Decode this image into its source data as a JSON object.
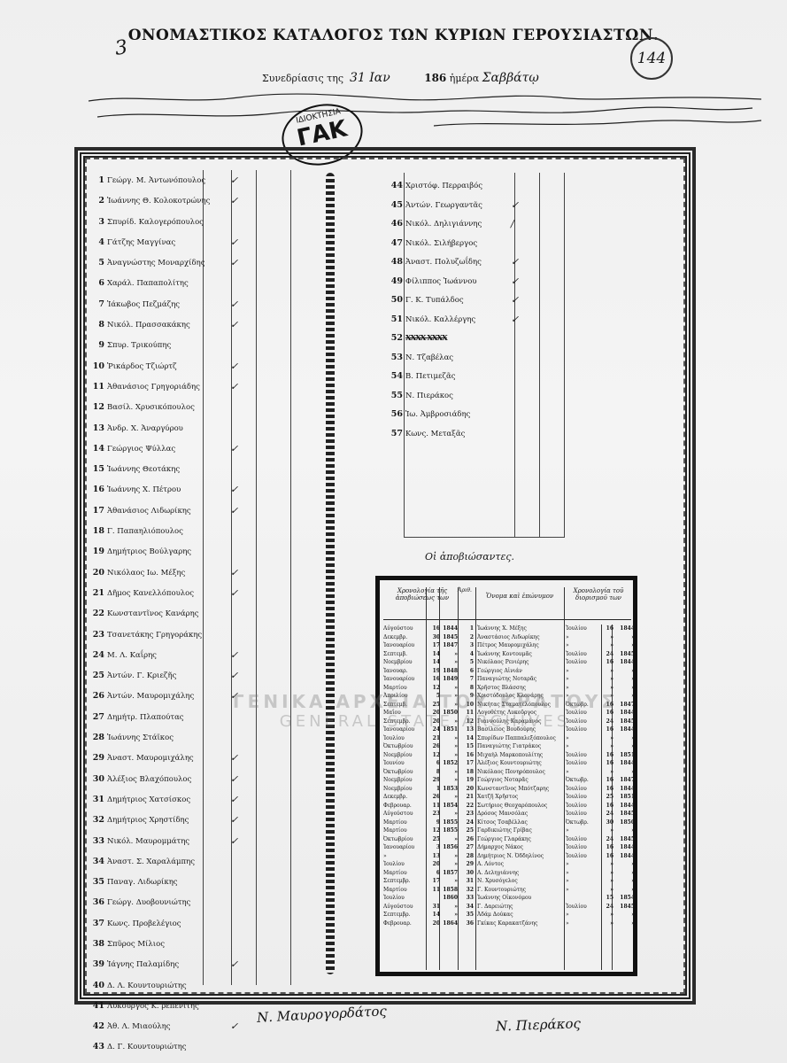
{
  "header": {
    "title": "ΟΝΟΜΑΣΤΙΚΟΣ ΚΑΤΑΛΟΓΟΣ ΤΩΝ ΚΥΡΙΩΝ ΓΕΡΟΥΣΙΑΣΤΩΝ.",
    "page_number": "3",
    "folio": "144",
    "session_label": "Συνεδρίασις της",
    "session_date": "31 Ιαν",
    "year": "186",
    "day_label": "ἡμέρα",
    "day_value": "Σαββάτῳ"
  },
  "stamp": {
    "line1": "ΙΔΙΟΚΤΗΣΙΑ",
    "line2": "ΓΑΚ"
  },
  "left_list": [
    {
      "n": "1",
      "name": "Γεώργ. Μ. Ἀντωνόπουλος",
      "mark": "✓"
    },
    {
      "n": "2",
      "name": "Ἰωάννης Θ. Κολοκοτρώνης",
      "mark": "✓"
    },
    {
      "n": "3",
      "name": "Σπυρίδ. Καλογερόπουλος",
      "mark": ""
    },
    {
      "n": "4",
      "name": "Γάτζης Μαγγίνας",
      "mark": "✓"
    },
    {
      "n": "5",
      "name": "Ἀναγνώστης Μοναρχίδης",
      "mark": "✓"
    },
    {
      "n": "6",
      "name": "Χαράλ. Παπαπολίτης",
      "mark": ""
    },
    {
      "n": "7",
      "name": "Ἰάκωβος Πεζμάζης",
      "mark": "✓"
    },
    {
      "n": "8",
      "name": "Νικόλ. Πρασσακάκης",
      "mark": "✓"
    },
    {
      "n": "9",
      "name": "Σπυρ. Τρικούπης",
      "mark": ""
    },
    {
      "n": "10",
      "name": "Ῥικάρδος Τζιώρτζ",
      "mark": "✓"
    },
    {
      "n": "11",
      "name": "Ἀθανάσιος Γρηγοριάδης",
      "mark": "✓"
    },
    {
      "n": "12",
      "name": "Βασίλ. Χρυσικόπουλος",
      "mark": ""
    },
    {
      "n": "13",
      "name": "Ἀνδρ. Χ. Ἀναργύρου",
      "mark": ""
    },
    {
      "n": "14",
      "name": "Γεώργιος Ψύλλας",
      "mark": "✓"
    },
    {
      "n": "15",
      "name": "Ἰωάννης Θεοτάκης",
      "mark": ""
    },
    {
      "n": "16",
      "name": "Ἰωάννης Χ. Πέτρου",
      "mark": "✓"
    },
    {
      "n": "17",
      "name": "Ἀθανάσιος Λιδωρίκης",
      "mark": "✓"
    },
    {
      "n": "18",
      "name": "Γ. Παπαηλιόπουλος",
      "mark": ""
    },
    {
      "n": "19",
      "name": "Δημήτριος Βούλγαρης",
      "mark": ""
    },
    {
      "n": "20",
      "name": "Νικόλαος Ιω. Μέξης",
      "mark": "✓"
    },
    {
      "n": "21",
      "name": "Δῆμος Κανελλόπουλος",
      "mark": "✓"
    },
    {
      "n": "22",
      "name": "Κωνσταντῖνος Κανάρης",
      "mark": ""
    },
    {
      "n": "23",
      "name": "Τσανετάκης Γρηγοράκης",
      "mark": ""
    },
    {
      "n": "24",
      "name": "Μ. Λ. Καΐρης",
      "mark": "✓"
    },
    {
      "n": "25",
      "name": "Ἀντών. Γ. Κριεζῆς",
      "mark": "✓"
    },
    {
      "n": "26",
      "name": "Ἀντών. Μαυρομιχάλης",
      "mark": "✓"
    },
    {
      "n": "27",
      "name": "Δημήτρ. Πλαπούτας",
      "mark": ""
    },
    {
      "n": "28",
      "name": "Ἰωάννης Στάϊκος",
      "mark": ""
    },
    {
      "n": "29",
      "name": "Ἀναστ. Μαυρομιχάλης",
      "mark": "✓"
    },
    {
      "n": "30",
      "name": "Ἀλέξιος Βλαχόπουλος",
      "mark": "✓"
    },
    {
      "n": "31",
      "name": "Δημήτριος Χατσίσκος",
      "mark": "✓"
    },
    {
      "n": "32",
      "name": "Δημήτριος Χρηστίδης",
      "mark": "✓"
    },
    {
      "n": "33",
      "name": "Νικόλ. Μαυρομμάτης",
      "mark": "✓"
    },
    {
      "n": "34",
      "name": "Ἀναστ. Σ. Χαραλάμπης",
      "mark": ""
    },
    {
      "n": "35",
      "name": "Παναγ. Λιδωρίκης",
      "mark": ""
    },
    {
      "n": "36",
      "name": "Γεώργ. Δυοβουνιώτης",
      "mark": ""
    },
    {
      "n": "37",
      "name": "Κωνς. Προβελέγιος",
      "mark": ""
    },
    {
      "n": "38",
      "name": "Σπῦρος Μίλιος",
      "mark": ""
    },
    {
      "n": "39",
      "name": "Ἰάγνης Παλαμίδης",
      "mark": "✓"
    },
    {
      "n": "40",
      "name": "Δ. Λ. Κουντουριώτης",
      "mark": ""
    },
    {
      "n": "41",
      "name": "Λυκοῦργος Κ. ρεπενίτης",
      "mark": ""
    },
    {
      "n": "42",
      "name": "Ἀθ. Λ. Μιαούλης",
      "mark": "✓"
    },
    {
      "n": "43",
      "name": "Δ. Γ. Κουντουριώτης",
      "mark": ""
    }
  ],
  "right_list": [
    {
      "n": "44",
      "name": "Χριστόφ. Περραιβός",
      "mark": ""
    },
    {
      "n": "45",
      "name": "Ἀντών. Γεωργαντᾶς",
      "mark": "✓"
    },
    {
      "n": "46",
      "name": "Νικόλ. Δηλιγιάννης",
      "mark": "/"
    },
    {
      "n": "47",
      "name": "Νικόλ. Σιλήβεργος",
      "mark": ""
    },
    {
      "n": "48",
      "name": "Ἀναστ. Πολυζωΐδης",
      "mark": "✓"
    },
    {
      "n": "49",
      "name": "Φίλιππος Ἰωάννου",
      "mark": "✓"
    },
    {
      "n": "50",
      "name": "Γ. Κ. Τυπάλδος",
      "mark": "✓"
    },
    {
      "n": "51",
      "name": "Νικόλ. Καλλέργης",
      "mark": "✓"
    },
    {
      "n": "52",
      "name": "XXXX XXXX",
      "mark": ""
    },
    {
      "n": "53",
      "name": "Ν. Τζαβέλας",
      "mark": ""
    },
    {
      "n": "54",
      "name": "Β. Πετιμεζᾶς",
      "mark": ""
    },
    {
      "n": "55",
      "name": "Ν. Πιεράκος",
      "mark": ""
    },
    {
      "n": "56",
      "name": "Ἰω. Ἀμβροσιάδης",
      "mark": ""
    },
    {
      "n": "57",
      "name": "Κωνς. Μεταξᾶς",
      "mark": ""
    }
  ],
  "resigned": {
    "title": "Οἱ ἀποβιώσαντες.",
    "headers": {
      "chronology_death": "Χρονολογία τῆς ἀποβιώσεως των",
      "num": "Ἀριθ.",
      "name": "Ὄνομα καὶ ἐπώνυμον",
      "chronology_appointment": "Χρονολογία τοῦ διορισμοῦ των"
    },
    "rows": [
      {
        "dm": "Αὐγούστου",
        "dd": "16",
        "dy": "1844",
        "n": "1",
        "name": "Ἰωάννης Χ. Μέξης",
        "am": "Ἰουλίου",
        "ad": "16",
        "ay": "1844"
      },
      {
        "dm": "Δεκεμβρ.",
        "dd": "30",
        "dy": "1845",
        "n": "2",
        "name": "Ἀναστάσιος Λιδωρίκης",
        "am": "»",
        "ad": "»",
        "ay": "»"
      },
      {
        "dm": "Ἰανουαρίου",
        "dd": "17",
        "dy": "1847",
        "n": "3",
        "name": "Πέτρος Μαυρομιχάλης",
        "am": "»",
        "ad": "»",
        "ay": "»"
      },
      {
        "dm": "Σεπτεμβ.",
        "dd": "14",
        "dy": "»",
        "n": "4",
        "name": "Ἰωάννης Κοντουμᾶς",
        "am": "Ἰουλίου",
        "ad": "24",
        "ay": "1845"
      },
      {
        "dm": "Νοεμβρίου",
        "dd": "14",
        "dy": "»",
        "n": "5",
        "name": "Νικόλαος Ρενιέρης",
        "am": "Ἰουλίου",
        "ad": "16",
        "ay": "1844"
      },
      {
        "dm": "Ἰανουαρ.",
        "dd": "19",
        "dy": "1848",
        "n": "6",
        "name": "Γεώργιος Αἰνιάν",
        "am": "»",
        "ad": "»",
        "ay": "»"
      },
      {
        "dm": "Ἰανουαρίου",
        "dd": "16",
        "dy": "1849",
        "n": "7",
        "name": "Παναγιώτης Νοταρᾶς",
        "am": "»",
        "ad": "»",
        "ay": "»"
      },
      {
        "dm": "Μαρτίου",
        "dd": "12",
        "dy": "»",
        "n": "8",
        "name": "Χρῆστος Βλάσσης",
        "am": "»",
        "ad": "»",
        "ay": "»"
      },
      {
        "dm": "Ἀπριλίου",
        "dd": "5",
        "dy": "»",
        "n": "9",
        "name": "Χριστόδουλος Κλονάρης",
        "am": "»",
        "ad": "»",
        "ay": "»"
      },
      {
        "dm": "Σεπτεμβ.",
        "dd": "25",
        "dy": "»",
        "n": "10",
        "name": "Νικήτας Σταματελόπουλος",
        "am": "Ὀκτωβρ.",
        "ad": "16",
        "ay": "1847"
      },
      {
        "dm": "Μαΐου",
        "dd": "20",
        "dy": "1850",
        "n": "11",
        "name": "Λογοθέτης Λυκοῦργος",
        "am": "Ἰουλίου",
        "ad": "16",
        "ay": "1844"
      },
      {
        "dm": "Σεπτεμβρ.",
        "dd": "20",
        "dy": "»",
        "n": "12",
        "name": "Γιαννούλης Καραμάνος",
        "am": "Ἰουλίου",
        "ad": "24",
        "ay": "1845"
      },
      {
        "dm": "Ἰανουαρίου",
        "dd": "24",
        "dy": "1851",
        "n": "13",
        "name": "Βασίλειος Βουδούρης",
        "am": "Ἰουλίου",
        "ad": "16",
        "ay": "1844"
      },
      {
        "dm": "Ἰουλίου",
        "dd": "21",
        "dy": "»",
        "n": "14",
        "name": "Σπυρίδων Παππαλεξόπουλος",
        "am": "»",
        "ad": "»",
        "ay": "»"
      },
      {
        "dm": "Ὀκτωβρίου",
        "dd": "26",
        "dy": "»",
        "n": "15",
        "name": "Παναγιώτης Γιατράκος",
        "am": "»",
        "ad": "»",
        "ay": "»"
      },
      {
        "dm": "Νοεμβρίου",
        "dd": "12",
        "dy": "»",
        "n": "16",
        "name": "Μιχαὴλ Μαρκοπουλίτης",
        "am": "Ἰουλίου",
        "ad": "16",
        "ay": "1851"
      },
      {
        "dm": "Ἰουνίου",
        "dd": "6",
        "dy": "1852",
        "n": "17",
        "name": "Ἀλέξιος Κουντουριώτης",
        "am": "Ἰουλίου",
        "ad": "16",
        "ay": "1844"
      },
      {
        "dm": "Ὀκτωβρίου",
        "dd": "8",
        "dy": "»",
        "n": "18",
        "name": "Νικόλαος Πονηρόπουλος",
        "am": "»",
        "ad": "»",
        "ay": "»"
      },
      {
        "dm": "Νοεμβρίου",
        "dd": "29",
        "dy": "»",
        "n": "19",
        "name": "Γεώργιος Νοταρᾶς",
        "am": "Ὀκτωβρ.",
        "ad": "16",
        "ay": "1847"
      },
      {
        "dm": "Νοεμβρίου",
        "dd": "1",
        "dy": "1853",
        "n": "20",
        "name": "Κωνσταντῖνος Μπότζαρης",
        "am": "Ἰουλίου",
        "ad": "16",
        "ay": "1844"
      },
      {
        "dm": "Δεκεμβρ.",
        "dd": "26",
        "dy": "»",
        "n": "21",
        "name": "Χατζῆ Χρῆστος",
        "am": "Ἰουλίου",
        "ad": "25",
        "ay": "1851"
      },
      {
        "dm": "Φεβρουαρ.",
        "dd": "11",
        "dy": "1854",
        "n": "22",
        "name": "Σωτήριος Θεοχαρόπουλος",
        "am": "Ἰουλίου",
        "ad": "16",
        "ay": "1844"
      },
      {
        "dm": "Αὐγούστου",
        "dd": "23",
        "dy": "»",
        "n": "23",
        "name": "Δρόσος Μανσόλας",
        "am": "Ἰουλίου",
        "ad": "24",
        "ay": "1845"
      },
      {
        "dm": "Μαρτίου",
        "dd": "9",
        "dy": "1855",
        "n": "24",
        "name": "Κίτσος Τσαβέλλας",
        "am": "Ὀκτωβρ.",
        "ad": "30",
        "ay": "1850"
      },
      {
        "dm": "Μαρτίου",
        "dd": "12",
        "dy": "1855",
        "n": "25",
        "name": "Γαρδικιώτης Γρίβας",
        "am": "»",
        "ad": "»",
        "ay": "»"
      },
      {
        "dm": "Ὀκτωβρίου",
        "dd": "25",
        "dy": "»",
        "n": "26",
        "name": "Γεώργιος Γλαράκης",
        "am": "Ἰουλίου",
        "ad": "24",
        "ay": "1845"
      },
      {
        "dm": "Ἰανουαρίου",
        "dd": "3",
        "dy": "1856",
        "n": "27",
        "name": "Δήμαρχος Νάκος",
        "am": "Ἰουλίου",
        "ad": "16",
        "ay": "1844"
      },
      {
        "dm": "»",
        "dd": "13",
        "dy": "»",
        "n": "28",
        "name": "Δημήτριος Ν. Ὀδδηλίνος",
        "am": "Ἰουλίου",
        "ad": "16",
        "ay": "1844"
      },
      {
        "dm": "Ἰουλίου",
        "dd": "20",
        "dy": "»",
        "n": "29",
        "name": "Α. Λόντος",
        "am": "»",
        "ad": "»",
        "ay": "»"
      },
      {
        "dm": "Μαρτίου",
        "dd": "6",
        "dy": "1857",
        "n": "30",
        "name": "Α. Δεληγιάννης",
        "am": "»",
        "ad": "»",
        "ay": "»"
      },
      {
        "dm": "Σεπτεμβρ.",
        "dd": "17",
        "dy": "»",
        "n": "31",
        "name": "Ν. Χρυσόγελος",
        "am": "»",
        "ad": "»",
        "ay": "»"
      },
      {
        "dm": "Μαρτίου",
        "dd": "11",
        "dy": "1858",
        "n": "32",
        "name": "Γ. Κουντουριώτης",
        "am": "»",
        "ad": "»",
        "ay": "»"
      },
      {
        "dm": "Ἰουλίου",
        "dd": "",
        "dy": "1860",
        "n": "33",
        "name": "Ἰωάννης Οἰκονόμου",
        "am": "",
        "ad": "15",
        "ay": "1854"
      },
      {
        "dm": "Αὐγούστου",
        "dd": "31",
        "dy": "»",
        "n": "34",
        "name": "Γ. Δαρειώτης",
        "am": "Ἰουλίου",
        "ad": "24",
        "ay": "1845"
      },
      {
        "dm": "Σεπτεμβρ.",
        "dd": "14",
        "dy": "»",
        "n": "35",
        "name": "Ἀδάμ Δούκας",
        "am": "»",
        "ad": "»",
        "ay": "»"
      },
      {
        "dm": "Φεβρουαρ.",
        "dd": "20",
        "dy": "1864",
        "n": "36",
        "name": "Γκίκας Καρακατζάνης",
        "am": "»",
        "ad": "»",
        "ay": "»"
      }
    ]
  },
  "signatures": {
    "left": "Ν. Μαυρογορδάτος",
    "right": "Ν. Πιεράκος"
  },
  "watermark": {
    "line1": "ΓΕΝΙΚΑ ΑΡΧΕΙΑ ΤΟΥ ΚΡΑΤΟΥΣ",
    "line2": "GENERAL STATE ARCHIVES"
  }
}
